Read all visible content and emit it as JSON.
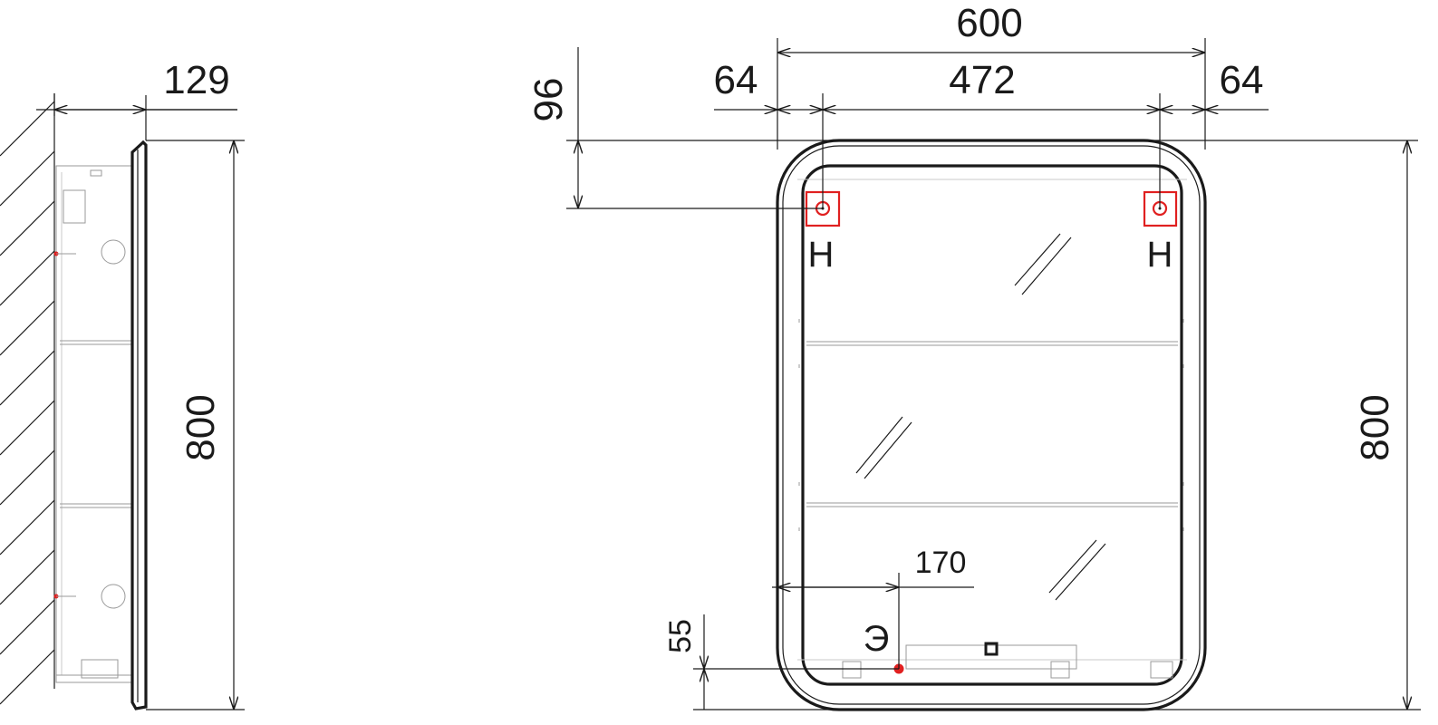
{
  "side_view": {
    "depth_label": "129",
    "height_label": "800"
  },
  "front_view": {
    "width_label": "600",
    "left_offset_label": "64",
    "mount_spacing_label": "472",
    "right_offset_label": "64",
    "top_offset_label": "96",
    "height_label": "800",
    "outlet_offset_label": "170",
    "outlet_height_label": "55",
    "mount_marker_left": "Н",
    "mount_marker_right": "Н",
    "outlet_marker": "Э"
  },
  "colors": {
    "line": "#1a1a1a",
    "highlight": "#e02020",
    "detail": "#9a9a9a"
  }
}
